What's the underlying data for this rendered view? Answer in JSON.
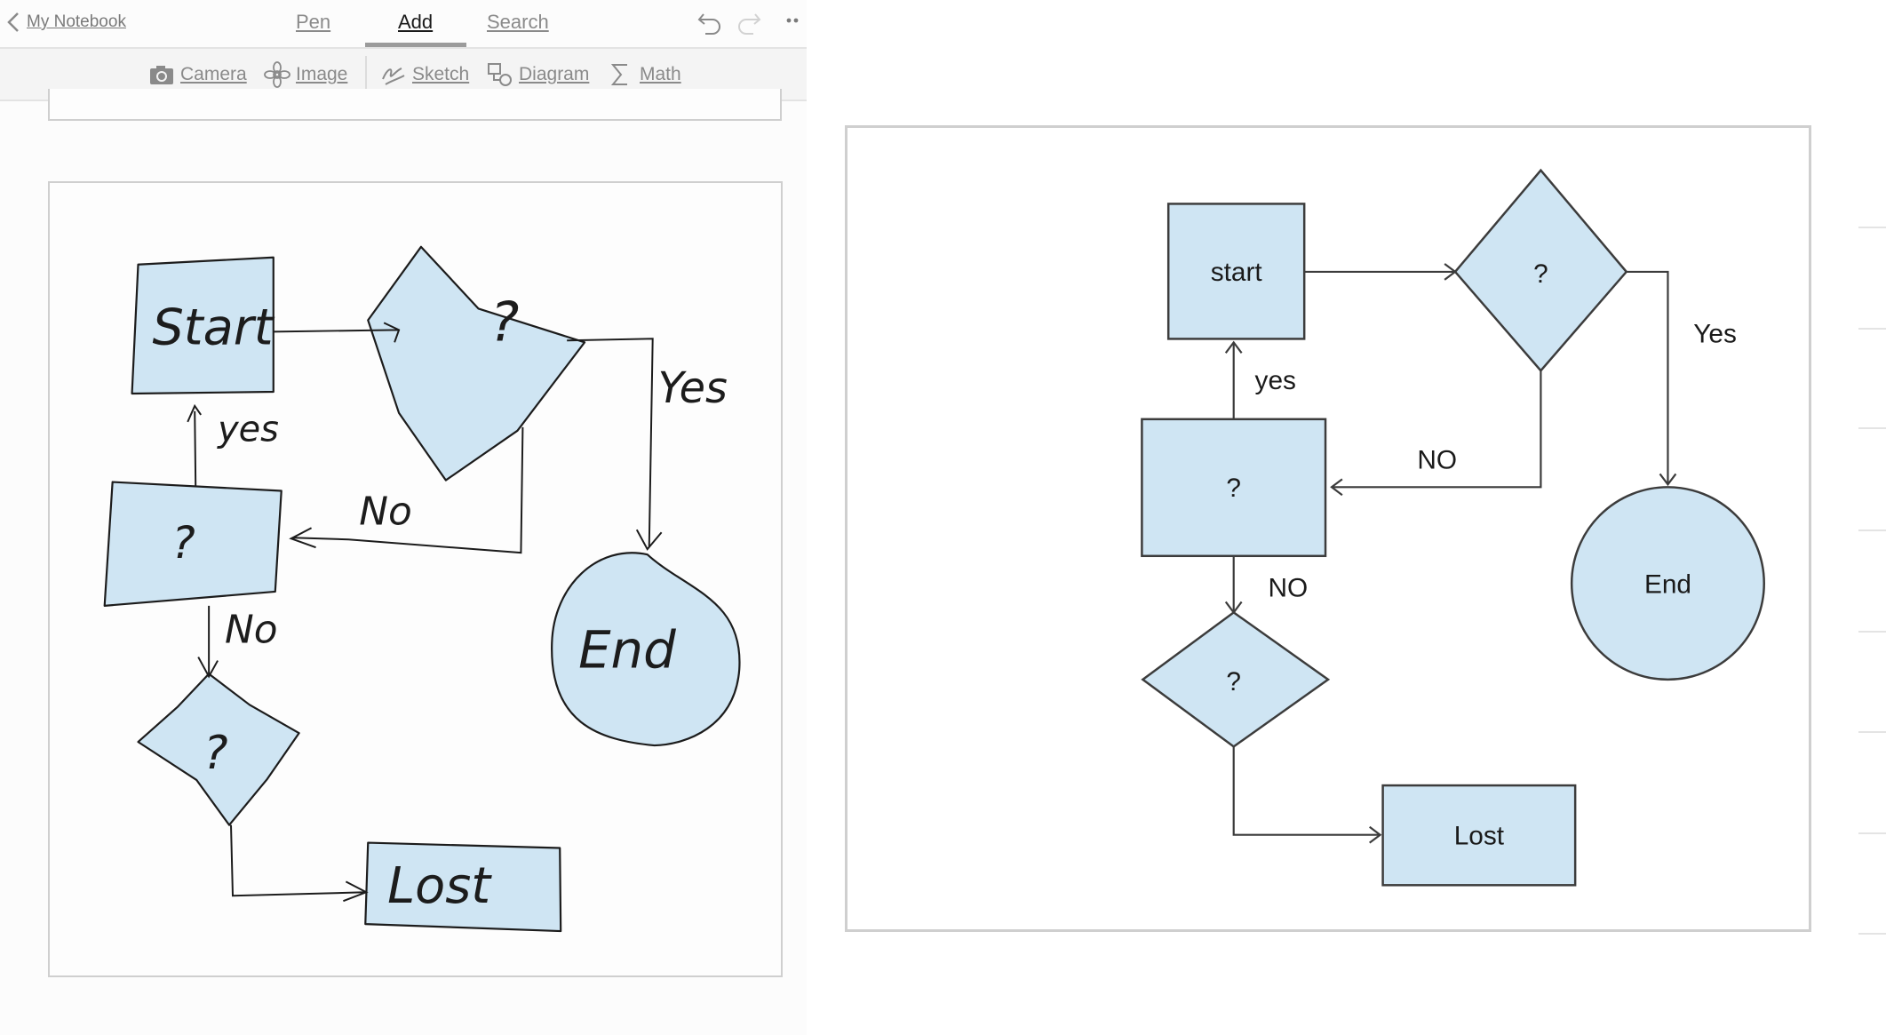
{
  "nav": {
    "back_label": "My Notebook",
    "tabs": [
      {
        "label": "Pen"
      },
      {
        "label": "Add"
      },
      {
        "label": "Search"
      }
    ],
    "active_tab": "Add"
  },
  "ribbon": {
    "items": [
      {
        "label": "Camera",
        "icon": "camera-icon"
      },
      {
        "label": "Image",
        "icon": "image-icon"
      },
      {
        "label": "Sketch",
        "icon": "sketch-icon"
      },
      {
        "label": "Diagram",
        "icon": "diagram-icon"
      },
      {
        "label": "Math",
        "icon": "math-icon"
      }
    ]
  },
  "sketch": {
    "start": "Start",
    "decision1": "?",
    "yes_right": "Yes",
    "yes_left": "yes",
    "no_mid": "No",
    "decision2": "?",
    "no_low": "No",
    "decision3": "?",
    "end": "End",
    "lost": "Lost"
  },
  "diagram": {
    "start": "start",
    "decision_top": "?",
    "yes_right": "Yes",
    "yes_left": "yes",
    "no_mid": "NO",
    "process_mid": "?",
    "no_low": "NO",
    "decision_low": "?",
    "end": "End",
    "lost": "Lost"
  },
  "colors": {
    "node_fill": "#cfe5f3",
    "stroke": "#3c3c3c",
    "toolbar_text": "#8a8a8a",
    "active_tab_text": "#1a1a1a"
  }
}
